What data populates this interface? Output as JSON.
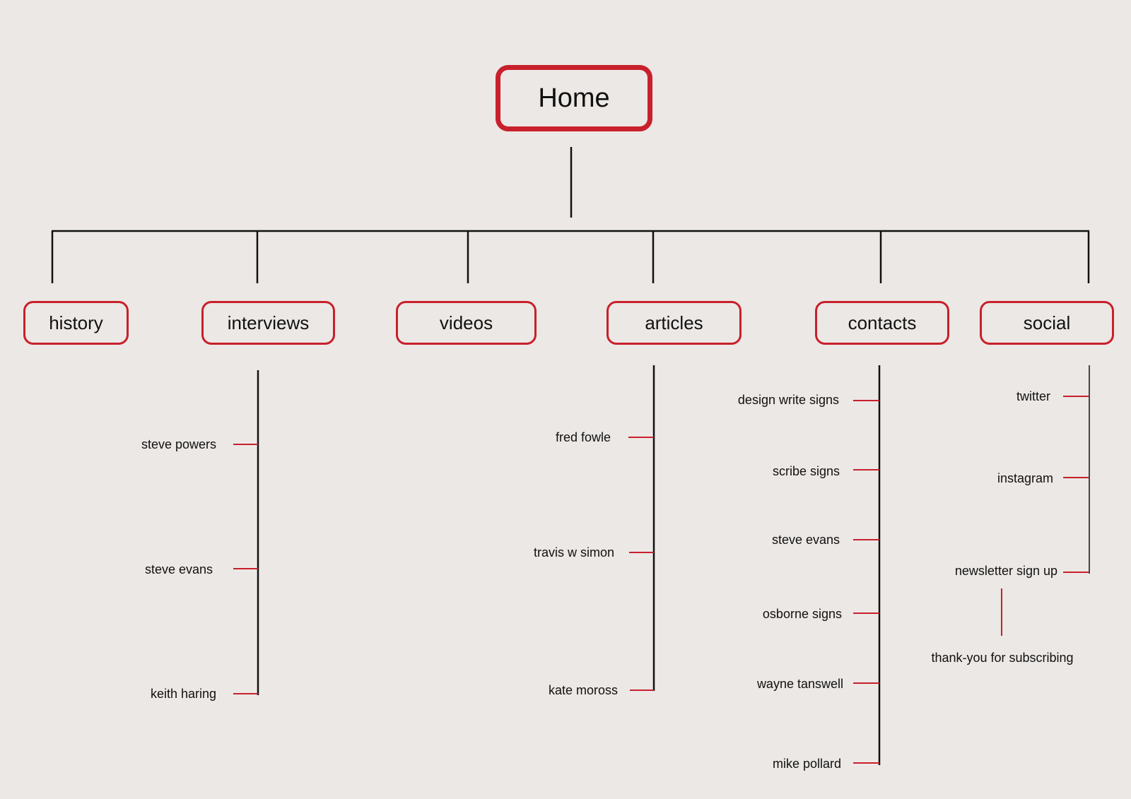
{
  "home": {
    "label": "Home"
  },
  "sections": [
    {
      "id": "history",
      "label": "history",
      "items": []
    },
    {
      "id": "interviews",
      "label": "interviews",
      "items": [
        "steve powers",
        "steve evans",
        "keith haring"
      ]
    },
    {
      "id": "videos",
      "label": "videos",
      "items": []
    },
    {
      "id": "articles",
      "label": "articles",
      "items": [
        "fred fowle",
        "travis w simon",
        "kate moross"
      ]
    },
    {
      "id": "contacts",
      "label": "contacts",
      "items": [
        "design write signs",
        "scribe signs",
        "steve evans",
        "osborne signs",
        "wayne tanswell",
        "mike pollard"
      ]
    },
    {
      "id": "social",
      "label": "social",
      "items": [
        "twitter",
        "instagram",
        "newsletter sign up"
      ]
    }
  ],
  "social_sub": {
    "label": "thank-you for subscribing"
  },
  "colors": {
    "accent": "#c8202c",
    "line": "#111111",
    "background": "#ece8e5"
  }
}
